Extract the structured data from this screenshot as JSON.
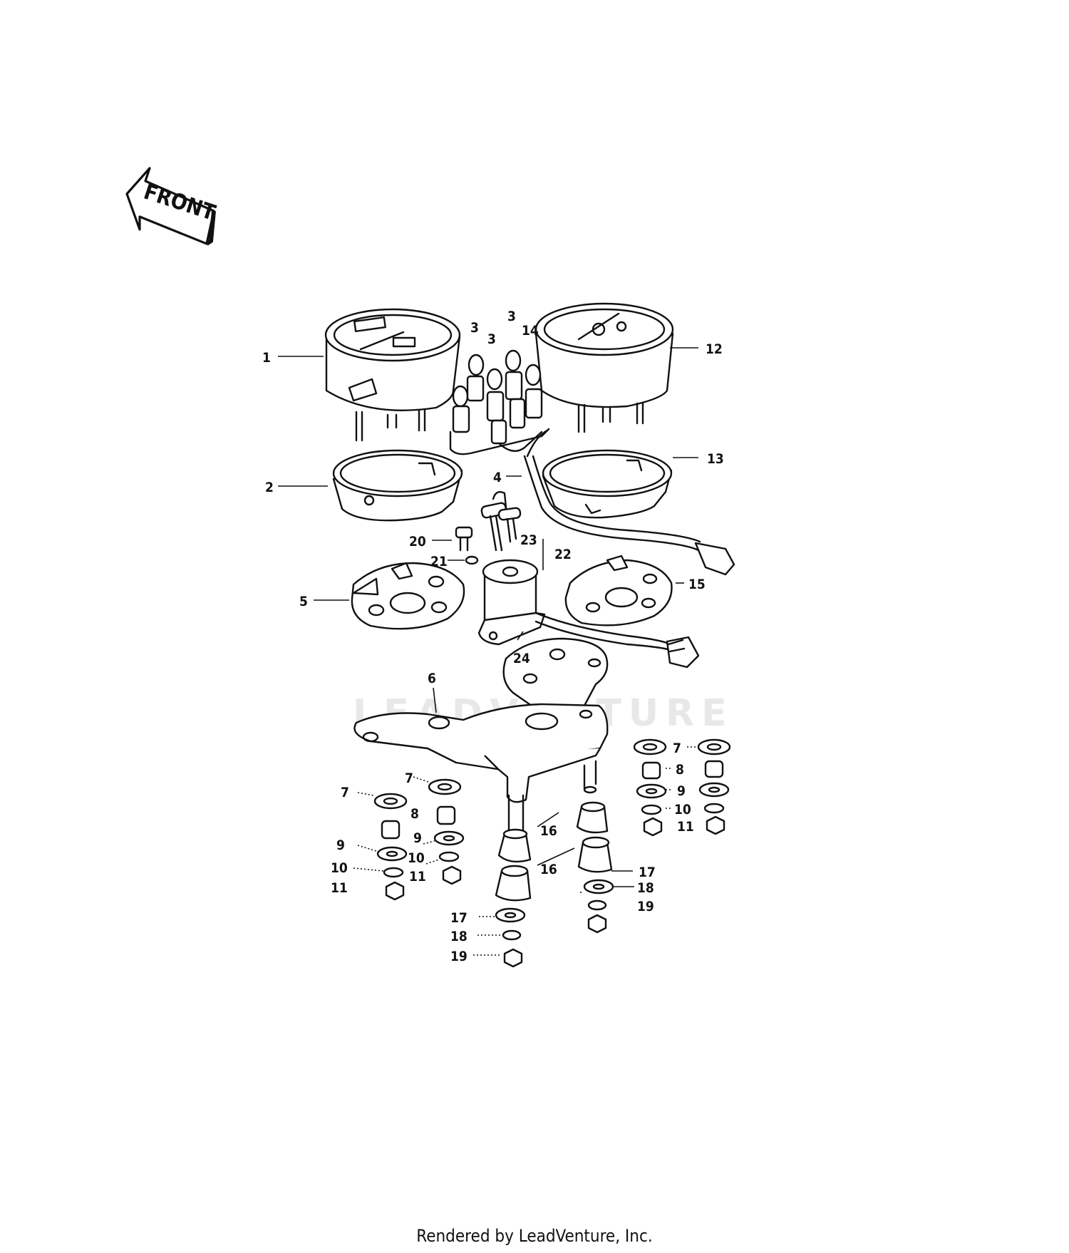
{
  "front_arrow": {
    "label": "FRONT"
  },
  "watermark": "LEADVENTURE",
  "footer": "Rendered by LeadVenture, Inc.",
  "callouts": {
    "c1": "1",
    "c2": "2",
    "c3a": "3",
    "c3b": "3",
    "c3c": "3",
    "c4": "4",
    "c5": "5",
    "c6": "6",
    "c7a": "7",
    "c7b": "7",
    "c7c": "7",
    "c8a": "8",
    "c8b": "8",
    "c9a": "9",
    "c9b": "9",
    "c9c": "9",
    "c10a": "10",
    "c10b": "10",
    "c10c": "10",
    "c11a": "11",
    "c11b": "11",
    "c11c": "11",
    "c12": "12",
    "c13": "13",
    "c14": "14",
    "c15": "15",
    "c16a": "16",
    "c16b": "16",
    "c17a": "17",
    "c17b": "17",
    "c18a": "18",
    "c18b": "18",
    "c19a": "19",
    "c19b": "19",
    "c20": "20",
    "c21": "21",
    "c22": "22",
    "c23": "23",
    "c24": "24"
  }
}
